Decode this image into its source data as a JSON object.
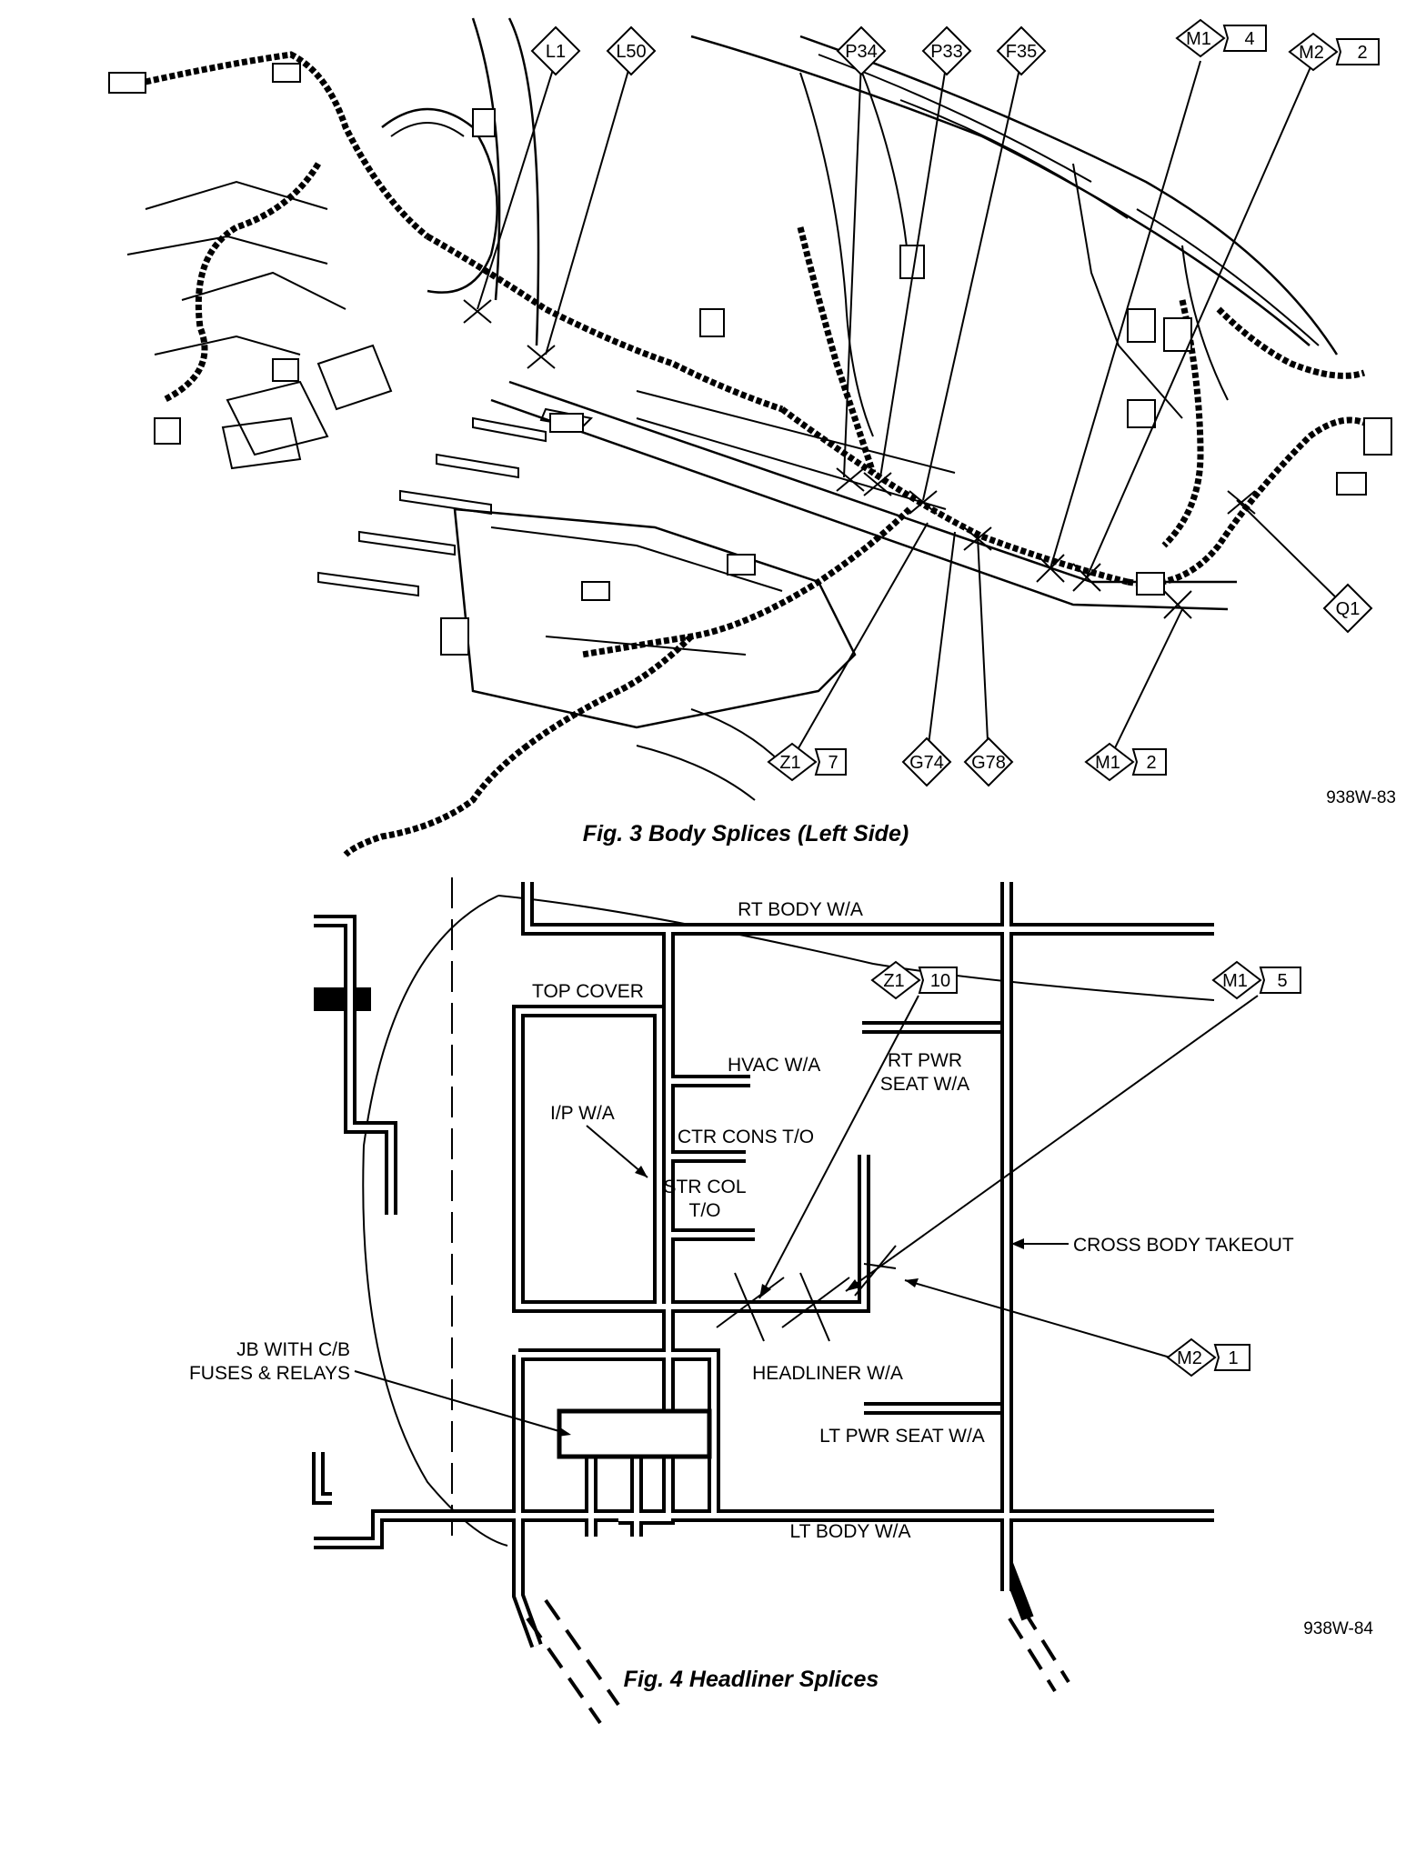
{
  "fig3": {
    "caption": "Fig. 3 Body Splices (Left Side)",
    "code": "938W-83",
    "callouts": [
      {
        "id": "L1"
      },
      {
        "id": "L50"
      },
      {
        "id": "P34"
      },
      {
        "id": "P33"
      },
      {
        "id": "F35"
      },
      {
        "id": "M1",
        "num": "4"
      },
      {
        "id": "M2",
        "num": "2"
      },
      {
        "id": "Q1"
      },
      {
        "id": "Z1",
        "num": "7"
      },
      {
        "id": "G74"
      },
      {
        "id": "G78"
      },
      {
        "id": "M1",
        "num": "2"
      }
    ]
  },
  "fig4": {
    "caption": "Fig. 4 Headliner Splices",
    "code": "938W-84",
    "labels": {
      "rt_body": "RT BODY W/A",
      "top_cover": "TOP COVER",
      "hvac": "HVAC W/A",
      "rt_pwr_1": "RT PWR",
      "rt_pwr_2": "SEAT W/A",
      "ip": "I/P W/A",
      "ctr_cons": "CTR CONS T/O",
      "str_col_1": "STR COL",
      "str_col_2": "T/O",
      "cross_body": "CROSS BODY TAKEOUT",
      "jb_1": "JB WITH C/B",
      "jb_2": "FUSES & RELAYS",
      "headliner": "HEADLINER W/A",
      "lt_pwr": "LT PWR SEAT W/A",
      "lt_body": "LT BODY W/A"
    },
    "callouts": [
      {
        "id": "Z1",
        "num": "10"
      },
      {
        "id": "M1",
        "num": "5"
      },
      {
        "id": "M2",
        "num": "1"
      }
    ]
  }
}
